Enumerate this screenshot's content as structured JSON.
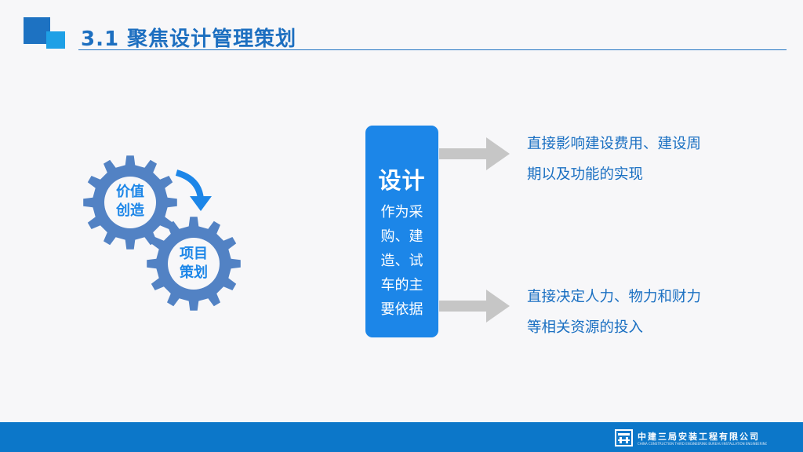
{
  "header": {
    "title": "3.1  聚焦设计管理策划"
  },
  "gears": {
    "top_label": "价值创造",
    "bottom_label": "项目策划",
    "gear_color": "#5282c4",
    "arrow_color": "#1c86e8"
  },
  "center_box": {
    "title": "设计",
    "description": "作为采购、建造、试车的主要依据",
    "color": "#1c86e8"
  },
  "effects": [
    {
      "text": "直接影响建设费用、建设周期以及功能的实现"
    },
    {
      "text": "直接决定人力、物力和财力等相关资源的投入"
    }
  ],
  "footer": {
    "company_name": "中建三局安装工程有限公司",
    "company_name_en": "CHINA CONSTRUCTION THIRD ENGINEERING BUREAU INSTALLATION ENGINEERING CO.,LTD.",
    "logo_icon": "company-logo-icon",
    "color": "#0c77c9"
  },
  "colors": {
    "accent": "#1d72c2",
    "arrow_gray": "#c6c6c6"
  }
}
